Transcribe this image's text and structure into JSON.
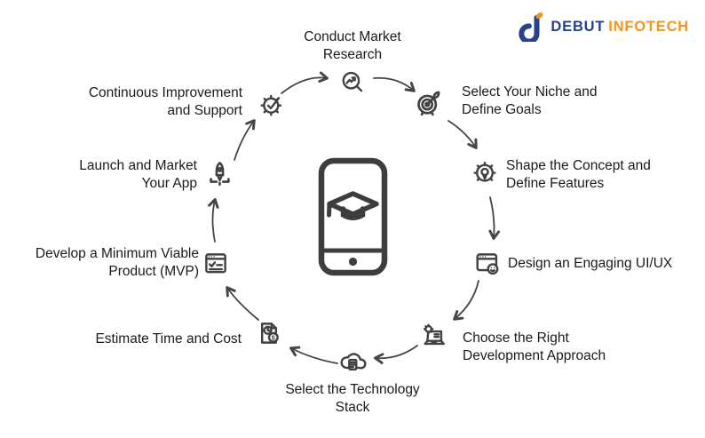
{
  "brand": {
    "name_primary": "DEBUT",
    "name_secondary": "INFOTECH",
    "navy": "#27418f",
    "orange": "#f7941e"
  },
  "colors": {
    "background": "#ffffff",
    "icon_stroke": "#414141",
    "text": "#1a1a1a"
  },
  "center": {
    "icon": "smartphone-education-icon"
  },
  "steps": [
    {
      "id": 1,
      "icon": "market-research-icon",
      "lines": [
        "Conduct Market",
        "Research"
      ]
    },
    {
      "id": 2,
      "icon": "target-goals-icon",
      "lines": [
        "Select Your Niche and",
        "Define Goals"
      ]
    },
    {
      "id": 3,
      "icon": "concept-gear-bulb-icon",
      "lines": [
        "Shape the Concept and",
        "Define Features"
      ]
    },
    {
      "id": 4,
      "icon": "ui-design-icon",
      "lines": [
        "Design an Engaging UI/UX"
      ]
    },
    {
      "id": 5,
      "icon": "dev-approach-laptop-icon",
      "lines": [
        "Choose the Right",
        "Development Approach"
      ]
    },
    {
      "id": 6,
      "icon": "tech-stack-cloud-icon",
      "lines": [
        "Select the Technology",
        "Stack"
      ]
    },
    {
      "id": 7,
      "icon": "time-cost-icon",
      "lines": [
        "Estimate Time and Cost"
      ]
    },
    {
      "id": 8,
      "icon": "mvp-checklist-icon",
      "lines": [
        "Develop a Minimum Viable",
        "Product (MVP)"
      ]
    },
    {
      "id": 9,
      "icon": "launch-rocket-icon",
      "lines": [
        "Launch and Market",
        "Your App"
      ]
    },
    {
      "id": 10,
      "icon": "support-gear-check-icon",
      "lines": [
        "Continuous Improvement",
        "and Support"
      ]
    }
  ]
}
